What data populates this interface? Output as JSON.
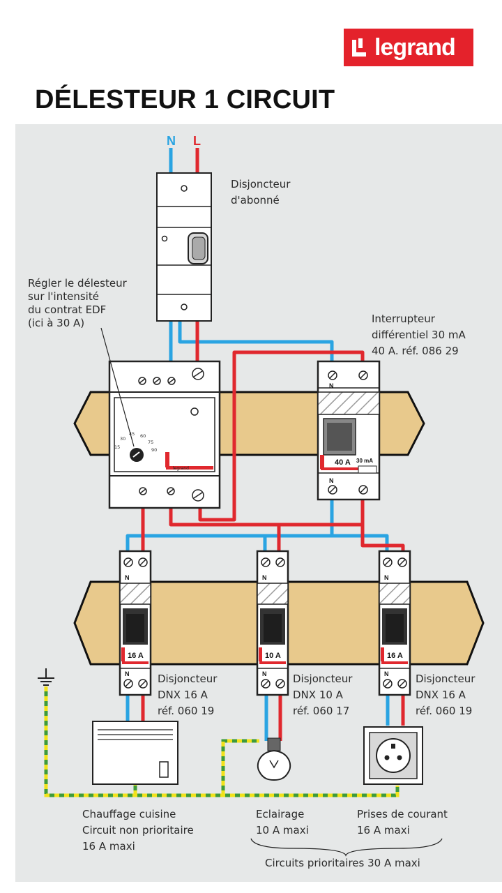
{
  "brand": {
    "name": "legrand"
  },
  "title": "DÉLESTEUR 1 CIRCUIT",
  "supply": {
    "neutral": "N",
    "live": "L"
  },
  "labels": {
    "main_breaker": [
      "Disjoncteur",
      "d'abonné"
    ],
    "setting_note": [
      "Régler le délesteur",
      "sur l'intensité",
      "du contrat EDF",
      "(ici à 30 A)"
    ],
    "rcd": [
      "Interrupteur",
      "différentiel 30 mA",
      "40 A. réf. 086 29"
    ],
    "breaker_1": [
      "Disjoncteur",
      "DNX 16 A",
      "réf. 060 19"
    ],
    "breaker_2": [
      "Disjoncteur",
      "DNX 10 A",
      "réf. 060 17"
    ],
    "breaker_3": [
      "Disjoncteur",
      "DNX 16 A",
      "réf. 060 19"
    ],
    "heating": [
      "Chauffage cuisine",
      "Circuit non prioritaire",
      "16 A maxi"
    ],
    "lighting": [
      "Eclairage",
      "10 A maxi"
    ],
    "sockets": [
      "Prises de courant",
      "16 A maxi"
    ],
    "priority": "Circuits prioritaires 30 A maxi"
  },
  "device_text": {
    "dial_marks": [
      "15",
      "30",
      "45",
      "60",
      "75",
      "90"
    ],
    "module_brand": "legrand",
    "rcd_rating": "40 A",
    "rcd_sensitivity": "30 mA",
    "terminal_n": "N",
    "b1_rating": "16 A",
    "b2_rating": "10 A",
    "b3_rating": "16 A"
  },
  "colors": {
    "neutral_wire": "#2aa4e2",
    "live_wire": "#e0282e",
    "earth_green": "#3f9b3a",
    "earth_yellow": "#f2e21b",
    "rail": "#e8c98c",
    "brand_red": "#e4222b"
  }
}
